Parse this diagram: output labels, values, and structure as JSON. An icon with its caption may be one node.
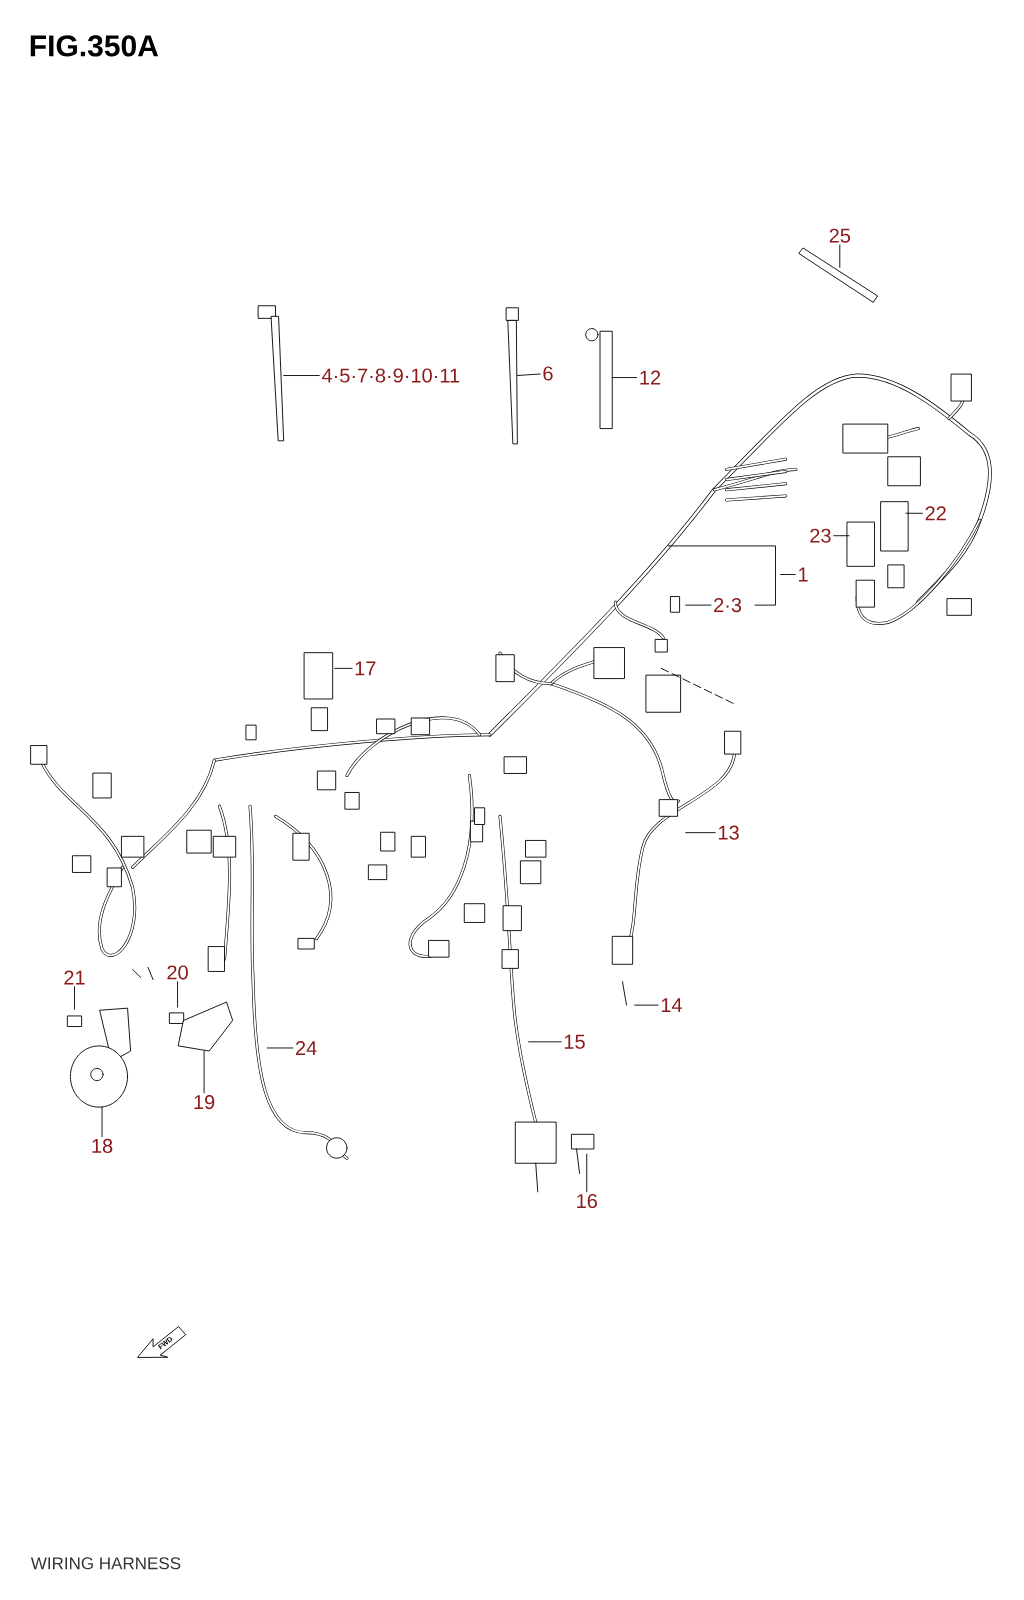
{
  "diagram": {
    "title": "FIG.350A",
    "caption": "WIRING HARNESS",
    "nodes": [
      {
        "text": [
          "25"
        ]
      },
      {
        "text": [
          "4·5·7·8·9·10·11"
        ]
      },
      {
        "text": [
          "6"
        ]
      },
      {
        "text": [
          "12"
        ]
      },
      {
        "text": [
          "22"
        ]
      },
      {
        "text": [
          "23"
        ]
      },
      {
        "text": [
          "1"
        ]
      },
      {
        "text": [
          "2·3"
        ]
      },
      {
        "text": [
          "17"
        ]
      },
      {
        "text": [
          "13"
        ]
      },
      {
        "text": [
          "21"
        ]
      },
      {
        "text": [
          "20"
        ]
      },
      {
        "text": [
          "14"
        ]
      },
      {
        "text": [
          "15"
        ]
      },
      {
        "text": [
          "24"
        ]
      },
      {
        "text": [
          "19"
        ]
      },
      {
        "text": [
          "18"
        ]
      },
      {
        "text": [
          "16"
        ]
      }
    ],
    "edges": [
      {
        "from": 0,
        "to": null,
        "arrow": "none"
      },
      {
        "from": 1,
        "to": null,
        "arrow": "none"
      },
      {
        "from": 2,
        "to": null,
        "arrow": "none"
      },
      {
        "from": 3,
        "to": null,
        "arrow": "none"
      },
      {
        "from": 4,
        "to": null,
        "arrow": "none"
      },
      {
        "from": 5,
        "to": null,
        "arrow": "none"
      },
      {
        "from": 6,
        "to": null,
        "arrow": "none"
      },
      {
        "from": 7,
        "to": null,
        "arrow": "none"
      },
      {
        "from": 8,
        "to": null,
        "arrow": "none"
      },
      {
        "from": 9,
        "to": null,
        "arrow": "none"
      },
      {
        "from": 10,
        "to": null,
        "arrow": "none"
      },
      {
        "from": 11,
        "to": null,
        "arrow": "none"
      },
      {
        "from": 12,
        "to": null,
        "arrow": "none"
      },
      {
        "from": 13,
        "to": null,
        "arrow": "none"
      },
      {
        "from": 14,
        "to": null,
        "arrow": "none"
      },
      {
        "from": 15,
        "to": null,
        "arrow": "none"
      },
      {
        "from": 16,
        "to": null,
        "arrow": "none"
      },
      {
        "from": 17,
        "to": null,
        "arrow": "none"
      }
    ],
    "labels": [
      "FWD"
    ]
  }
}
